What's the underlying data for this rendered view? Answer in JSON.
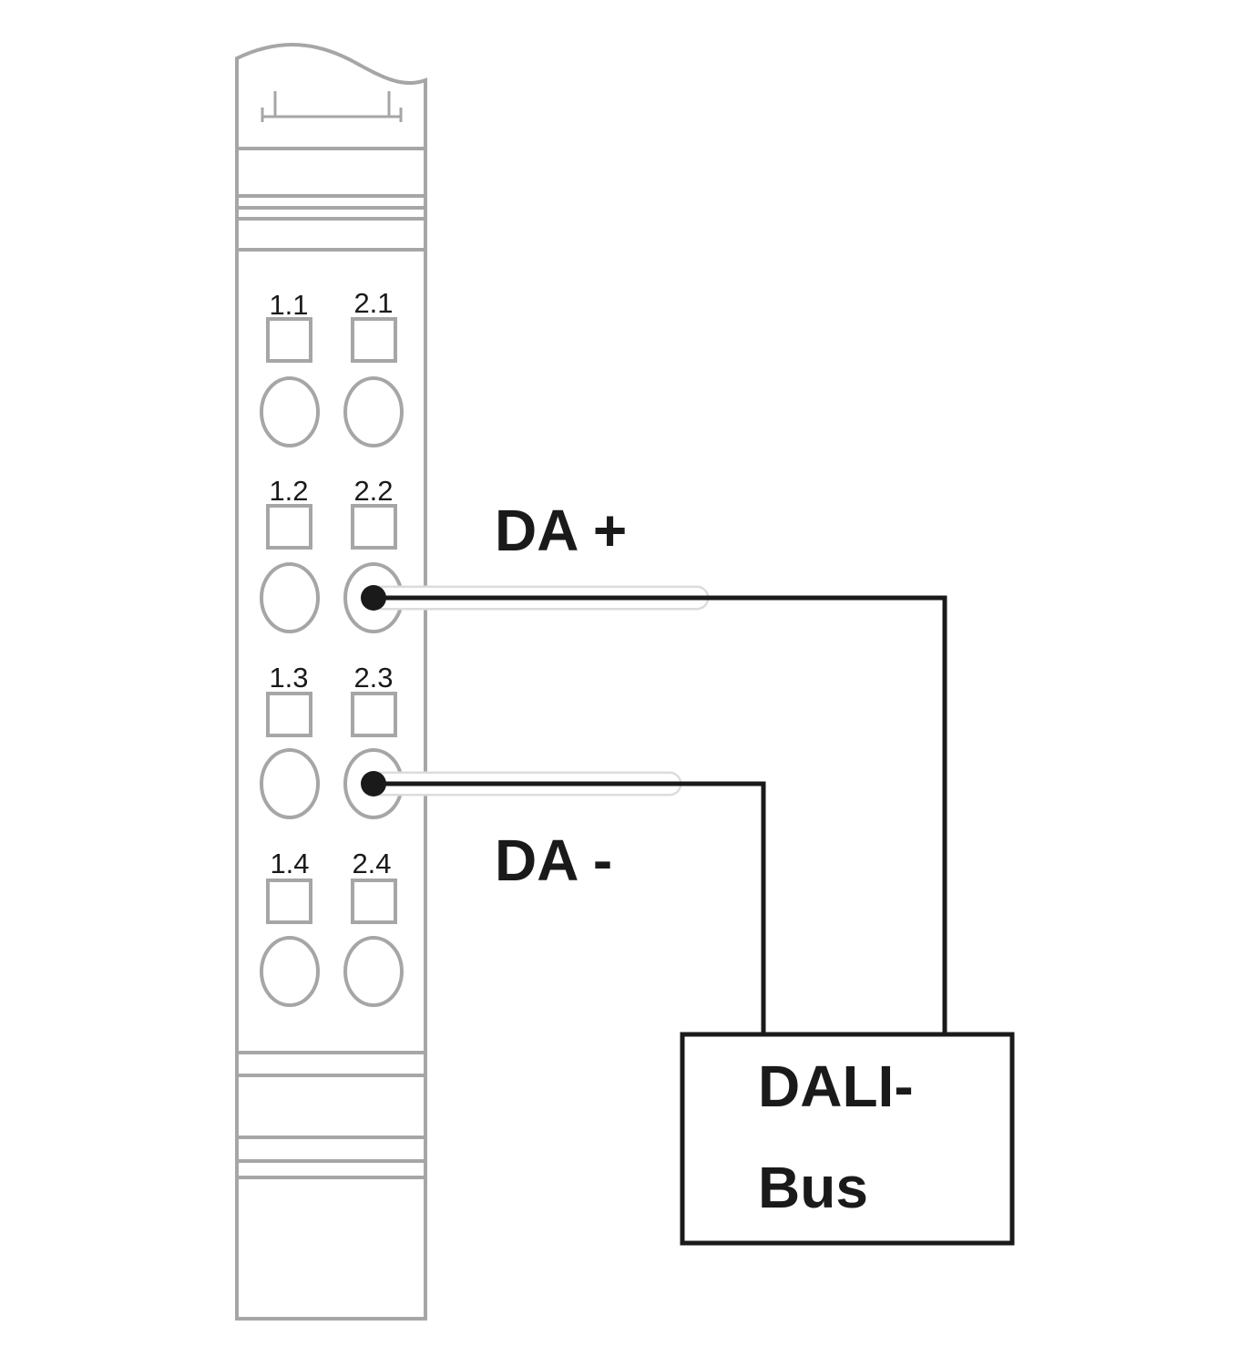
{
  "module": {
    "terminals": [
      {
        "id": "1.1",
        "label": "1.1"
      },
      {
        "id": "2.1",
        "label": "2.1"
      },
      {
        "id": "1.2",
        "label": "1.2"
      },
      {
        "id": "2.2",
        "label": "2.2"
      },
      {
        "id": "1.3",
        "label": "1.3"
      },
      {
        "id": "2.3",
        "label": "2.3"
      },
      {
        "id": "1.4",
        "label": "1.4"
      },
      {
        "id": "2.4",
        "label": "2.4"
      }
    ]
  },
  "wires": {
    "da_plus": {
      "label": "DA +",
      "terminal": "2.2"
    },
    "da_minus": {
      "label": "DA -",
      "terminal": "2.3"
    }
  },
  "bus": {
    "line1": "DALI-",
    "line2": "Bus"
  },
  "colors": {
    "module_outline": "#a6a6a6",
    "wire": "#1a1a1a",
    "background": "#ffffff"
  }
}
